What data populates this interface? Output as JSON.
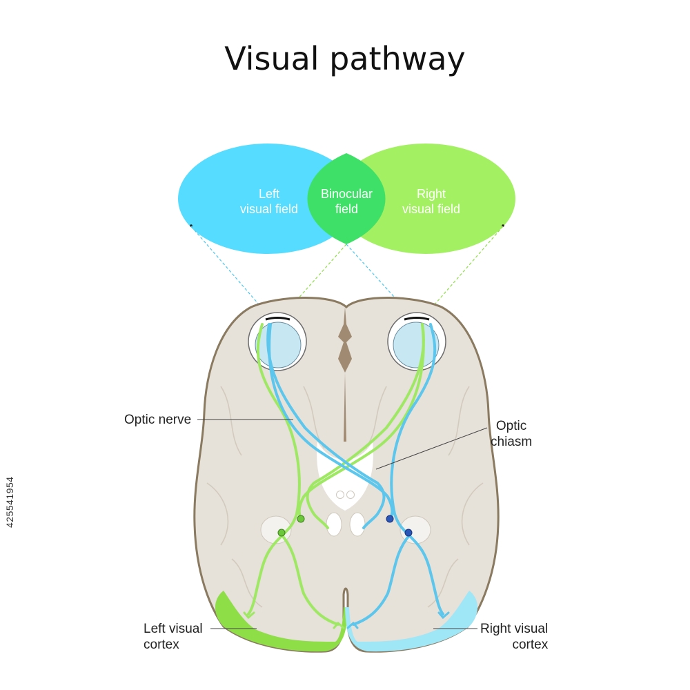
{
  "title": "Visual pathway",
  "fields": {
    "left": "Left\nvisual field",
    "binocular": "Binocular\nfield",
    "right": "Right\nvisual field"
  },
  "labels": {
    "optic_nerve": "Optic nerve",
    "optic_chiasm": "Optic\nchiasm",
    "left_visual_cortex": "Left visual\ncortex",
    "right_visual_cortex": "Right visual\ncortex"
  },
  "stock_id": "425541954",
  "colors": {
    "left_field": "#55dcff",
    "right_field": "#a3f062",
    "binocular": "#3fe067",
    "brain_fill": "#e6e1d9",
    "brain_outline": "#8a7a60",
    "green_path": "#9ee863",
    "blue_path": "#5cc6ec",
    "left_cortex": "#8ede48",
    "right_cortex": "#9fe6f7"
  }
}
